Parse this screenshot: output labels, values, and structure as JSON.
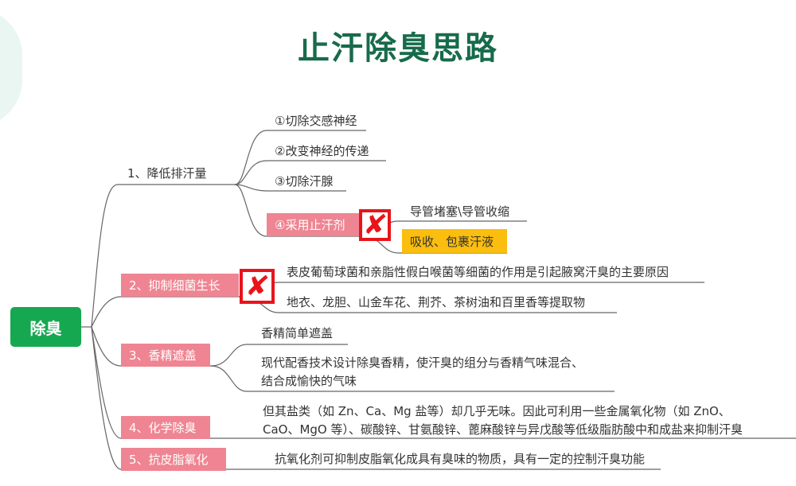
{
  "title": "止汗除臭思路",
  "root": {
    "label": "除臭",
    "color": "#16a850"
  },
  "colors": {
    "title": "#176b4b",
    "branch_pink": "#ef8592",
    "highlight_yellow": "#fbbd0e",
    "x_mark": "#e8141a",
    "line": "#666666"
  },
  "branches": [
    {
      "label": "1、降低排汗量",
      "children": [
        {
          "label": "①切除交感神经"
        },
        {
          "label": "②改变神经的传递"
        },
        {
          "label": "③切除汗腺"
        },
        {
          "label": "④采用止汗剂",
          "marked_x": true,
          "children": [
            {
              "label": "导管堵塞\\导管收缩"
            },
            {
              "label": "吸收、包裹汗液",
              "highlighted": true
            }
          ]
        }
      ]
    },
    {
      "label": "2、抑制细菌生长",
      "marked_x": true,
      "children": [
        {
          "label": "表皮葡萄球菌和亲脂性假白喉菌等细菌的作用是引起腋窝汗臭的主要原因"
        },
        {
          "label": "地衣、龙胆、山金车花、荆芥、茶树油和百里香等提取物"
        }
      ]
    },
    {
      "label": "3、香精遮盖",
      "children": [
        {
          "label": "香精简单遮盖"
        },
        {
          "label_line1": "现代配香技术设计除臭香精，使汗臭的组分与香精气味混合、",
          "label_line2": "结合成愉快的气味"
        }
      ]
    },
    {
      "label": "4、化学除臭",
      "children": [
        {
          "label_line1": "但其盐类（如 Zn、Ca、Mg 盐等）却几乎无味。因此可利用一些金属氧化物（如 ZnO、",
          "label_line2": "CaO、MgO 等）、碳酸锌、甘氨酸锌、蓖麻酸锌与异戊酸等低级脂肪酸中和成盐来抑制汗臭"
        }
      ]
    },
    {
      "label": "5、抗皮脂氧化",
      "children": [
        {
          "label": "抗氧化剂可抑制皮脂氧化成具有臭味的物质，具有一定的控制汗臭功能"
        }
      ]
    }
  ],
  "icons": {
    "x_mark": "✘"
  }
}
